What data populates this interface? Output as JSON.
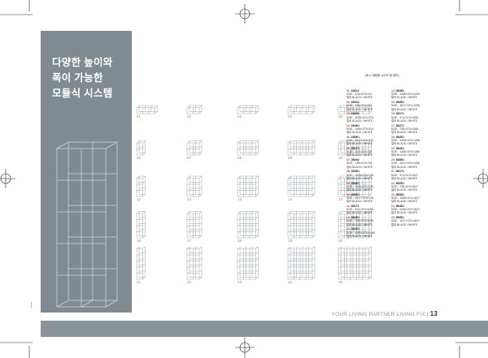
{
  "title": {
    "line1": "다양한 높이와",
    "line2": "폭이 가능한",
    "line3": "모듈식 시스템"
  },
  "caption": "(위시 매립형 시리즈 및 컬러)",
  "grid_cells": [
    {
      "num": "01",
      "cols": 3,
      "rows": 1
    },
    {
      "num": "02",
      "cols": 2,
      "rows": 1
    },
    {
      "num": "03",
      "cols": 3,
      "rows": 1
    },
    {
      "num": "04",
      "cols": 4,
      "rows": 1
    },
    {
      "num": "05",
      "cols": 5,
      "rows": 1
    },
    {
      "num": "06",
      "cols": 1,
      "rows": 2
    },
    {
      "num": "07",
      "cols": 2,
      "rows": 2
    },
    {
      "num": "08",
      "cols": 3,
      "rows": 2
    },
    {
      "num": "09",
      "cols": 4,
      "rows": 2
    },
    {
      "num": "10",
      "cols": 5,
      "rows": 2
    },
    {
      "num": "11",
      "cols": 1,
      "rows": 3
    },
    {
      "num": "12",
      "cols": 2,
      "rows": 3
    },
    {
      "num": "13",
      "cols": 3,
      "rows": 3
    },
    {
      "num": "14",
      "cols": 4,
      "rows": 3
    },
    {
      "num": "15",
      "cols": 5,
      "rows": 3
    },
    {
      "num": "16",
      "cols": 1,
      "rows": 4
    },
    {
      "num": "17",
      "cols": 2,
      "rows": 4
    },
    {
      "num": "18",
      "cols": 3,
      "rows": 4
    },
    {
      "num": "19",
      "cols": 4,
      "rows": 4
    },
    {
      "num": "20",
      "cols": 5,
      "rows": 4
    },
    {
      "num": "21",
      "cols": 1,
      "rows": 5
    },
    {
      "num": "22",
      "cols": 2,
      "rows": 5
    },
    {
      "num": "23",
      "cols": 3,
      "rows": 5
    },
    {
      "num": "24",
      "cols": 4,
      "rows": 5
    },
    {
      "num": "25",
      "cols": 5,
      "rows": 5
    }
  ],
  "specs_left": [
    {
      "num": "01.",
      "name": "1B012",
      "size": "SIZE : 374×374×374",
      "color": "컬러 BLACK / WHITE"
    },
    {
      "num": "02.",
      "name": "1B002",
      "size": "SIZE : 735×374×374",
      "color": "컬러 BLACK / WHITE"
    },
    {
      "num": "03.",
      "name": "1B003",
      "size": "SIZE : 1095×374×374",
      "color": "컬러 BLACK / WHITE"
    },
    {
      "num": "04.",
      "name": "1B4E1",
      "size": "SIZE : 1456×374×374",
      "color": "컬러 BLACK / WHITE"
    },
    {
      "num": "05.",
      "name": "1B5E1",
      "size": "SIZE : 1817×374×374",
      "color": "컬러 BLACK / WHITE"
    },
    {
      "num": "06.",
      "name": "2B1T1",
      "size": "SIZE : 374×374×735",
      "color": "컬러 BLACK / WHITE"
    },
    {
      "num": "07.",
      "name": "2B002",
      "size": "SIZE : 735×374×735",
      "color": "컬러 BLACK / WHITE"
    },
    {
      "num": "08.",
      "name": "2B3E1",
      "size": "SIZE : 1095×374×735",
      "color": "컬러 BLACK / WHITE"
    },
    {
      "num": "09.",
      "name": "2B4E1",
      "size": "SIZE : 1456×374×735",
      "color": "컬러 BLACK / WHITE"
    },
    {
      "num": "10.",
      "name": "2B5E1",
      "size": "SIZE : 1817×374×735",
      "color": "컬러 BLACK / WHITE"
    },
    {
      "num": "11.",
      "name": "3B1T1",
      "size": "SIZE : 374×374×1095",
      "color": "컬러 BLACK / WHITE"
    },
    {
      "num": "12.",
      "name": "3B2E1",
      "size": "SIZE : 735×374×1095",
      "color": "컬러 BLACK / WHITE"
    },
    {
      "num": "13.",
      "name": "3B3E1",
      "size": "SIZE : 1095×374×1095",
      "color": "컬러 BLACK / WHITE"
    }
  ],
  "specs_right": [
    {
      "num": "14.",
      "name": "3B4E1",
      "size": "SIZE : 1456×374×1095",
      "color": "컬러 BLACK / WHITE"
    },
    {
      "num": "15.",
      "name": "3B5E1",
      "size": "SIZE : 1817×374×1095",
      "color": "컬러 BLACK / WHITE"
    },
    {
      "num": "16.",
      "name": "4B1T1",
      "size": "SIZE : 374×374×1456",
      "color": "컬러 BLACK / WHITE"
    },
    {
      "num": "17.",
      "name": "4B2T1",
      "size": "SIZE : 735×374×1456",
      "color": "컬러 BLACK / WHITE"
    },
    {
      "num": "18.",
      "name": "4B3E1",
      "size": "SIZE : 1095×374×1456",
      "color": "컬러 BLACK / WHITE"
    },
    {
      "num": "19.",
      "name": "4B4E1",
      "size": "SIZE : 1456×374×1456",
      "color": "컬러 BLACK / WHITE"
    },
    {
      "num": "20.",
      "name": "4B5E1",
      "size": "SIZE : 1817×374×1456",
      "color": "컬러 BLACK / WHITE"
    },
    {
      "num": "21.",
      "name": "5B1T1",
      "size": "SIZE : 374×374×1817",
      "color": "컬러 BLACK / WHITE"
    },
    {
      "num": "22.",
      "name": "5B2E1",
      "size": "SIZE : 735×374×1817",
      "color": "컬러 BLACK / WHITE"
    },
    {
      "num": "23.",
      "name": "5B3E1",
      "size": "SIZE : 1095×374×1817",
      "color": "컬러 BLACK / WHITE"
    },
    {
      "num": "24.",
      "name": "5B4E1",
      "size": "SIZE : 1456×374×1817",
      "color": "컬러 BLACK / WHITE"
    },
    {
      "num": "25.",
      "name": "5B5E1",
      "size": "SIZE : 1817×374×1817",
      "color": "컬러 BLACK / WHITE"
    }
  ],
  "footer": {
    "tagline": "YOUR LIVING PARTNER LIVING FIX |",
    "page_number": "13"
  },
  "colors": {
    "panel": "#7f8b91",
    "footer_bar": "#8a959b",
    "accent_number": "#c04a2a"
  }
}
